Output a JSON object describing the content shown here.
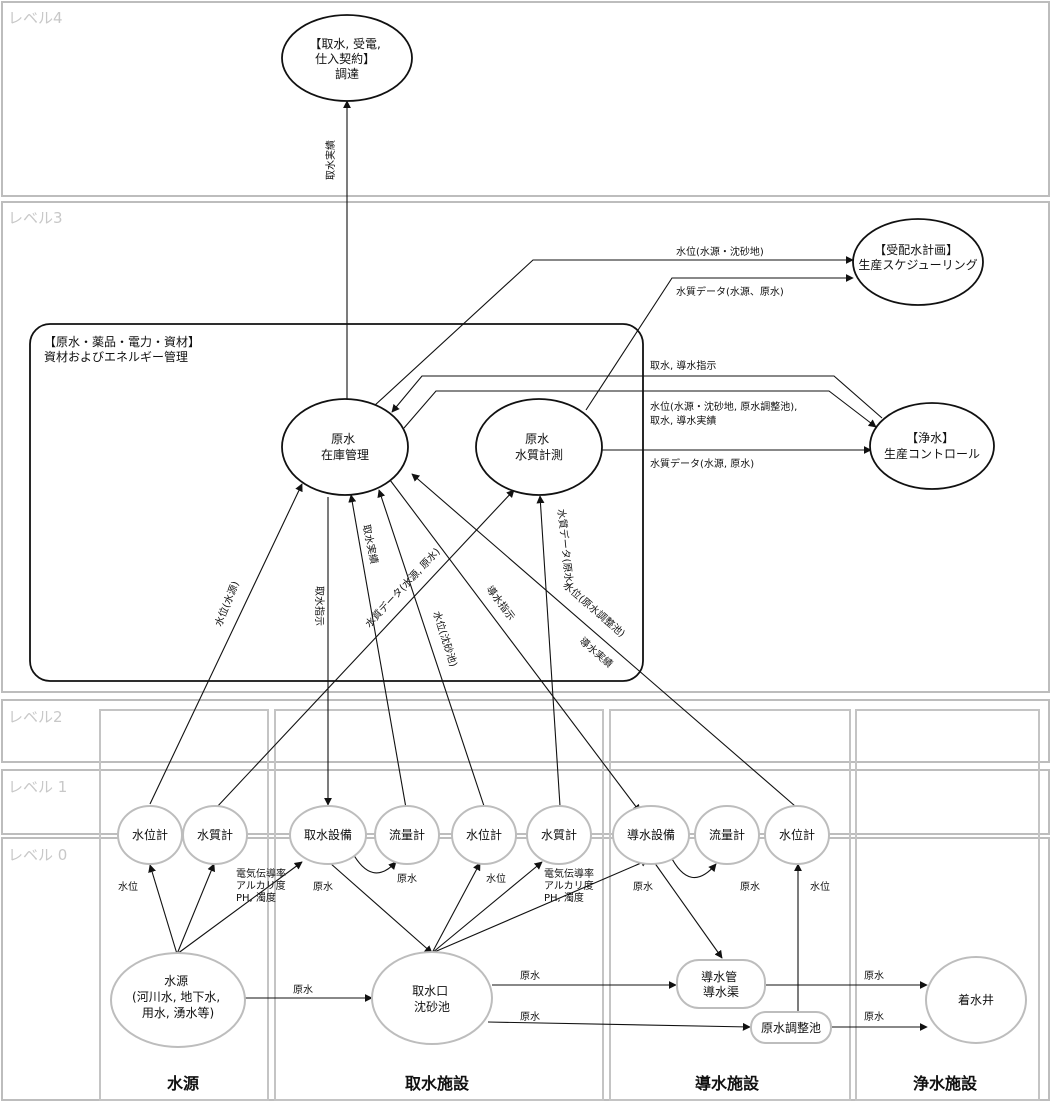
{
  "levels": {
    "l4": "レベル4",
    "l3": "レベル3",
    "l2": "レベル2",
    "l1": "レベル 1",
    "l0": "レベル 0"
  },
  "columns": {
    "source": "水源",
    "intake": "取水施設",
    "conveyance": "導水施設",
    "purification": "浄水施設"
  },
  "nodes": {
    "procurement": [
      "【取水, 受電,",
      "仕入契約】",
      "調達"
    ],
    "scheduling": [
      "【受配水計画】",
      "生産スケジューリング"
    ],
    "resource_mgmt": [
      "【原水・薬品・電力・資材】",
      "資材およびエネルギー管理"
    ],
    "raw_inventory": [
      "原水",
      "在庫管理"
    ],
    "raw_quality": [
      "原水",
      "水質計測"
    ],
    "production_control": [
      "【浄水】",
      "生産コントロール"
    ],
    "src_level_gauge": "水位計",
    "src_quality_meter": "水質計",
    "intake_equipment": "取水設備",
    "intake_flowmeter": "流量計",
    "intake_level_gauge": "水位計",
    "intake_quality_meter": "水質計",
    "conveyance_equipment": "導水設備",
    "conveyance_flowmeter": "流量計",
    "conveyance_level_gauge": "水位計",
    "water_source": [
      "水源",
      "(河川水, 地下水,",
      "用水, 湧水等)"
    ],
    "intake_basin": [
      "取水口",
      "沈砂池"
    ],
    "conveyance_pipe": [
      "導水管",
      "導水渠"
    ],
    "adjustment_pond": "原水調整池",
    "receiving_well": "着水井"
  },
  "edges": {
    "intake_results_up": "取水実績",
    "level_to_scheduling": "水位(水源・沈砂地)",
    "quality_to_scheduling": "水質データ(水源、原水)",
    "intake_conveyance_instruction": "取水, 導水指示",
    "level_intake_results": [
      "水位(水源・沈砂地, 原水調整池),",
      "取水, 導水実績"
    ],
    "quality_to_control": "水質データ(水源, 原水)",
    "v_level_source": "水位(水源)",
    "v_intake_instruction": "取水指示",
    "v_intake_results": "取水実績",
    "v_quality_source_raw": "水質データ(水源, 原水)",
    "v_level_basin": "水位(沈砂池)",
    "v_quality_raw": "水質データ(原水)",
    "v_conveyance_instruction": "導水指示",
    "v_level_pond": "水位(原水調整池)",
    "v_conveyance_results": "導水実績",
    "water_level": "水位",
    "quality_params": [
      "電気伝導率",
      "アルカリ度",
      "PH, 濁度"
    ],
    "raw_water": "原水"
  }
}
